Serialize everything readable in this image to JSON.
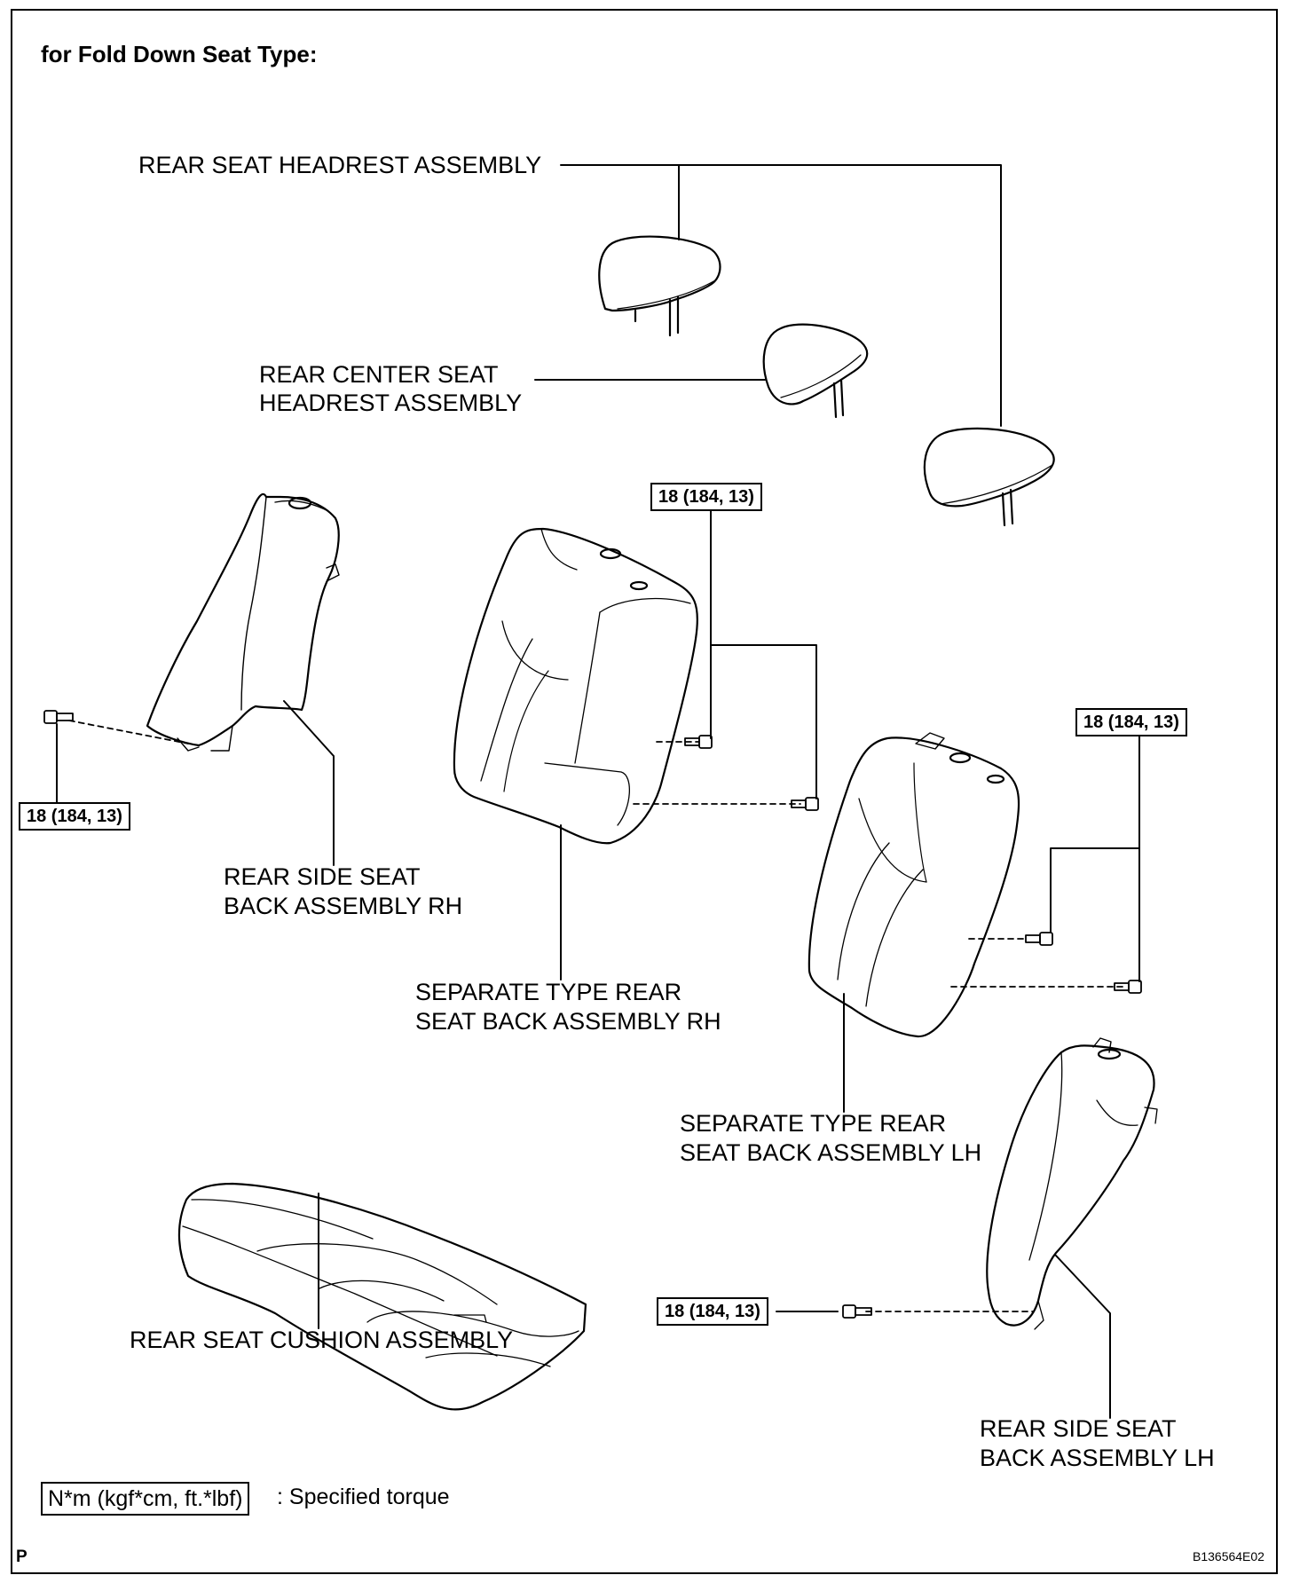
{
  "title": "for Fold Down Seat Type:",
  "labels": {
    "headrest": "REAR SEAT HEADREST ASSEMBLY",
    "center_headrest_l1": "REAR CENTER SEAT",
    "center_headrest_l2": "HEADREST ASSEMBLY",
    "side_rh_l1": "REAR SIDE SEAT",
    "side_rh_l2": "BACK ASSEMBLY RH",
    "sep_rh_l1": "SEPARATE TYPE REAR",
    "sep_rh_l2": "SEAT BACK ASSEMBLY RH",
    "sep_lh_l1": "SEPARATE TYPE REAR",
    "sep_lh_l2": "SEAT BACK ASSEMBLY LH",
    "cushion": "REAR SEAT CUSHION ASSEMBLY",
    "side_lh_l1": "REAR SIDE SEAT",
    "side_lh_l2": "BACK ASSEMBLY LH"
  },
  "torque_specs": {
    "rh_side": "18 (184, 13)",
    "sep_rh": "18 (184, 13)",
    "sep_lh": "18 (184, 13)",
    "lh_side": "18 (184, 13)"
  },
  "legend": {
    "unit_box": "N*m (kgf*cm, ft.*lbf)",
    "text": ": Specified torque"
  },
  "footer": {
    "left_mark": "P",
    "figure_code": "B136564E02"
  }
}
